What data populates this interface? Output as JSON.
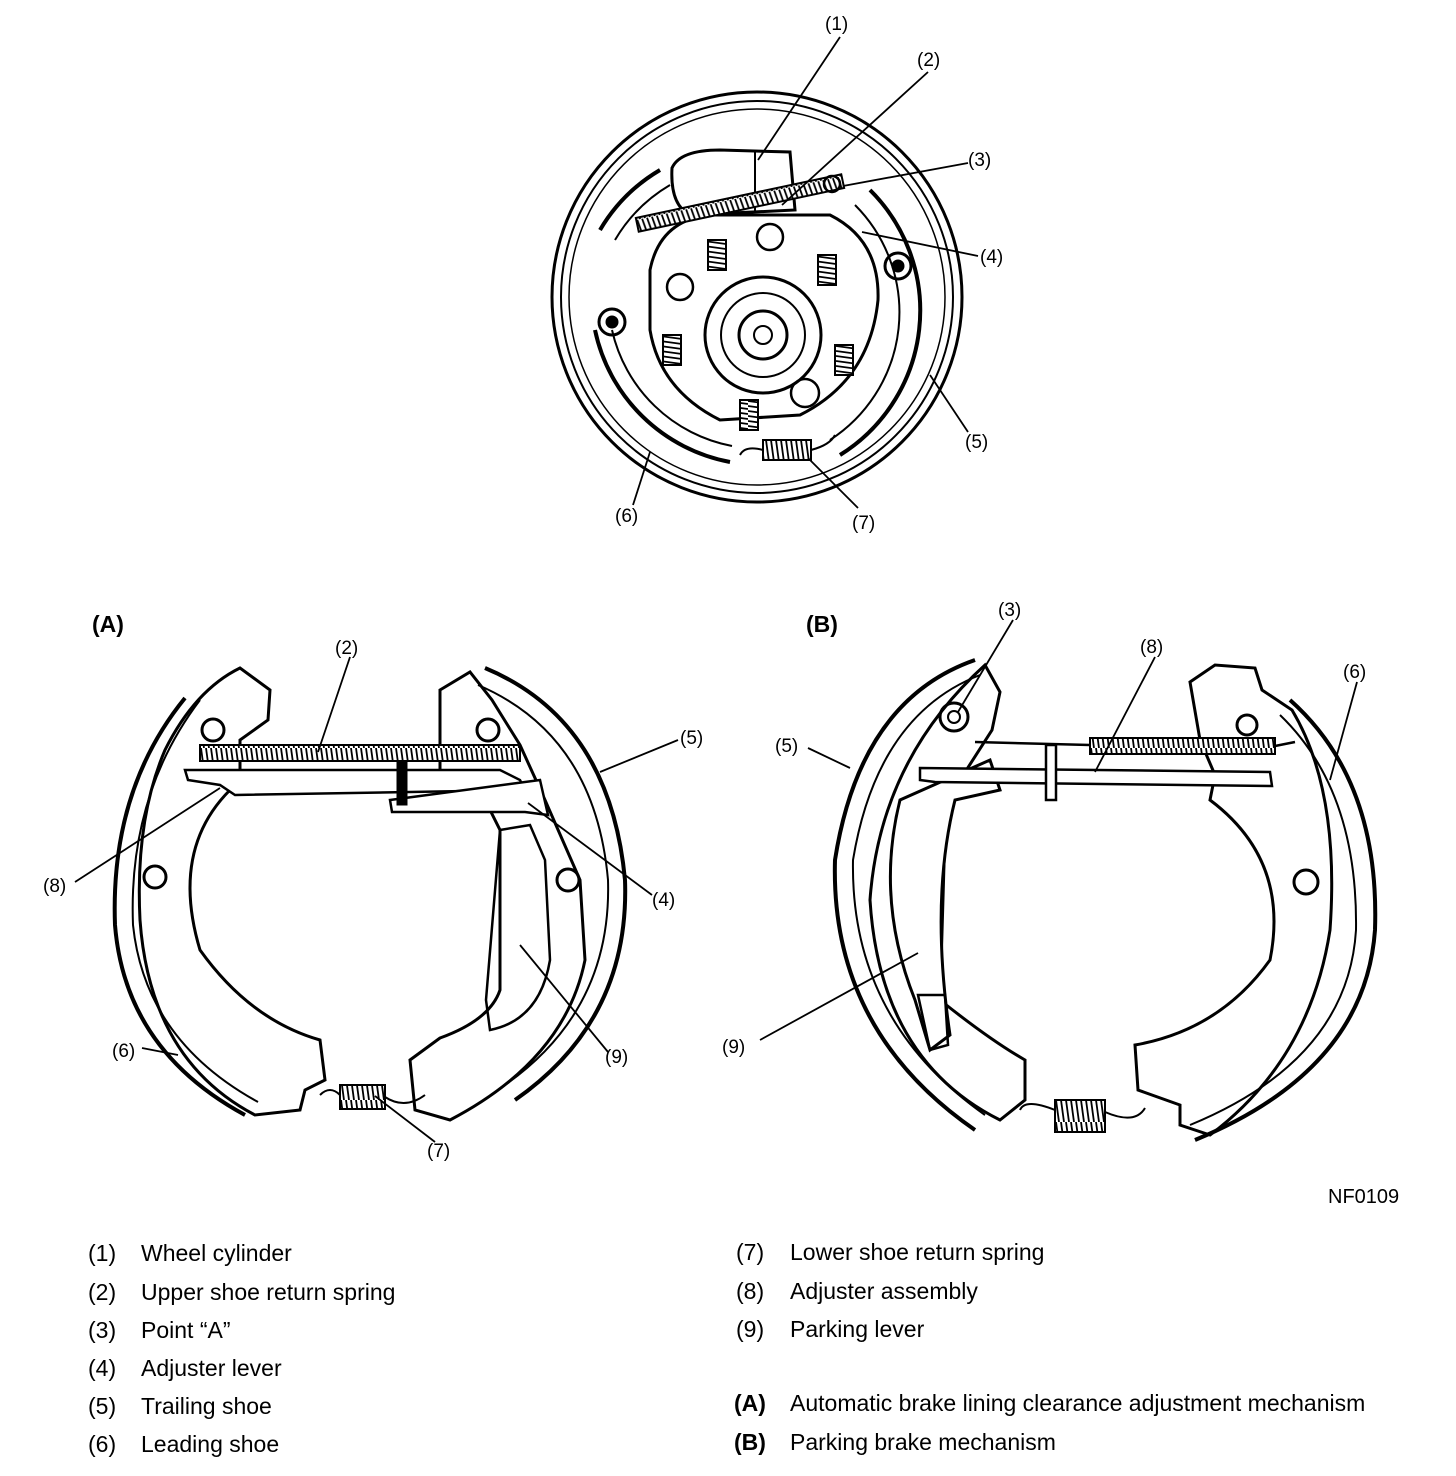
{
  "figure_code": "NF0109",
  "views": {
    "a": "(A)",
    "b": "(B)"
  },
  "callouts": [
    "(1)",
    "(2)",
    "(3)",
    "(4)",
    "(5)",
    "(6)",
    "(7)",
    "(8)",
    "(9)"
  ],
  "legend": {
    "items": [
      {
        "num": "(1)",
        "text": "Wheel cylinder"
      },
      {
        "num": "(2)",
        "text": "Upper shoe return spring"
      },
      {
        "num": "(3)",
        "text": "Point “A”"
      },
      {
        "num": "(4)",
        "text": "Adjuster lever"
      },
      {
        "num": "(5)",
        "text": "Trailing shoe"
      },
      {
        "num": "(6)",
        "text": "Leading shoe"
      },
      {
        "num": "(7)",
        "text": "Lower shoe return spring"
      },
      {
        "num": "(8)",
        "text": "Adjuster assembly"
      },
      {
        "num": "(9)",
        "text": "Parking lever"
      }
    ],
    "views": [
      {
        "num": "(A)",
        "text": "Automatic brake lining clearance adjustment mechanism"
      },
      {
        "num": "(B)",
        "text": "Parking brake mechanism"
      }
    ]
  }
}
